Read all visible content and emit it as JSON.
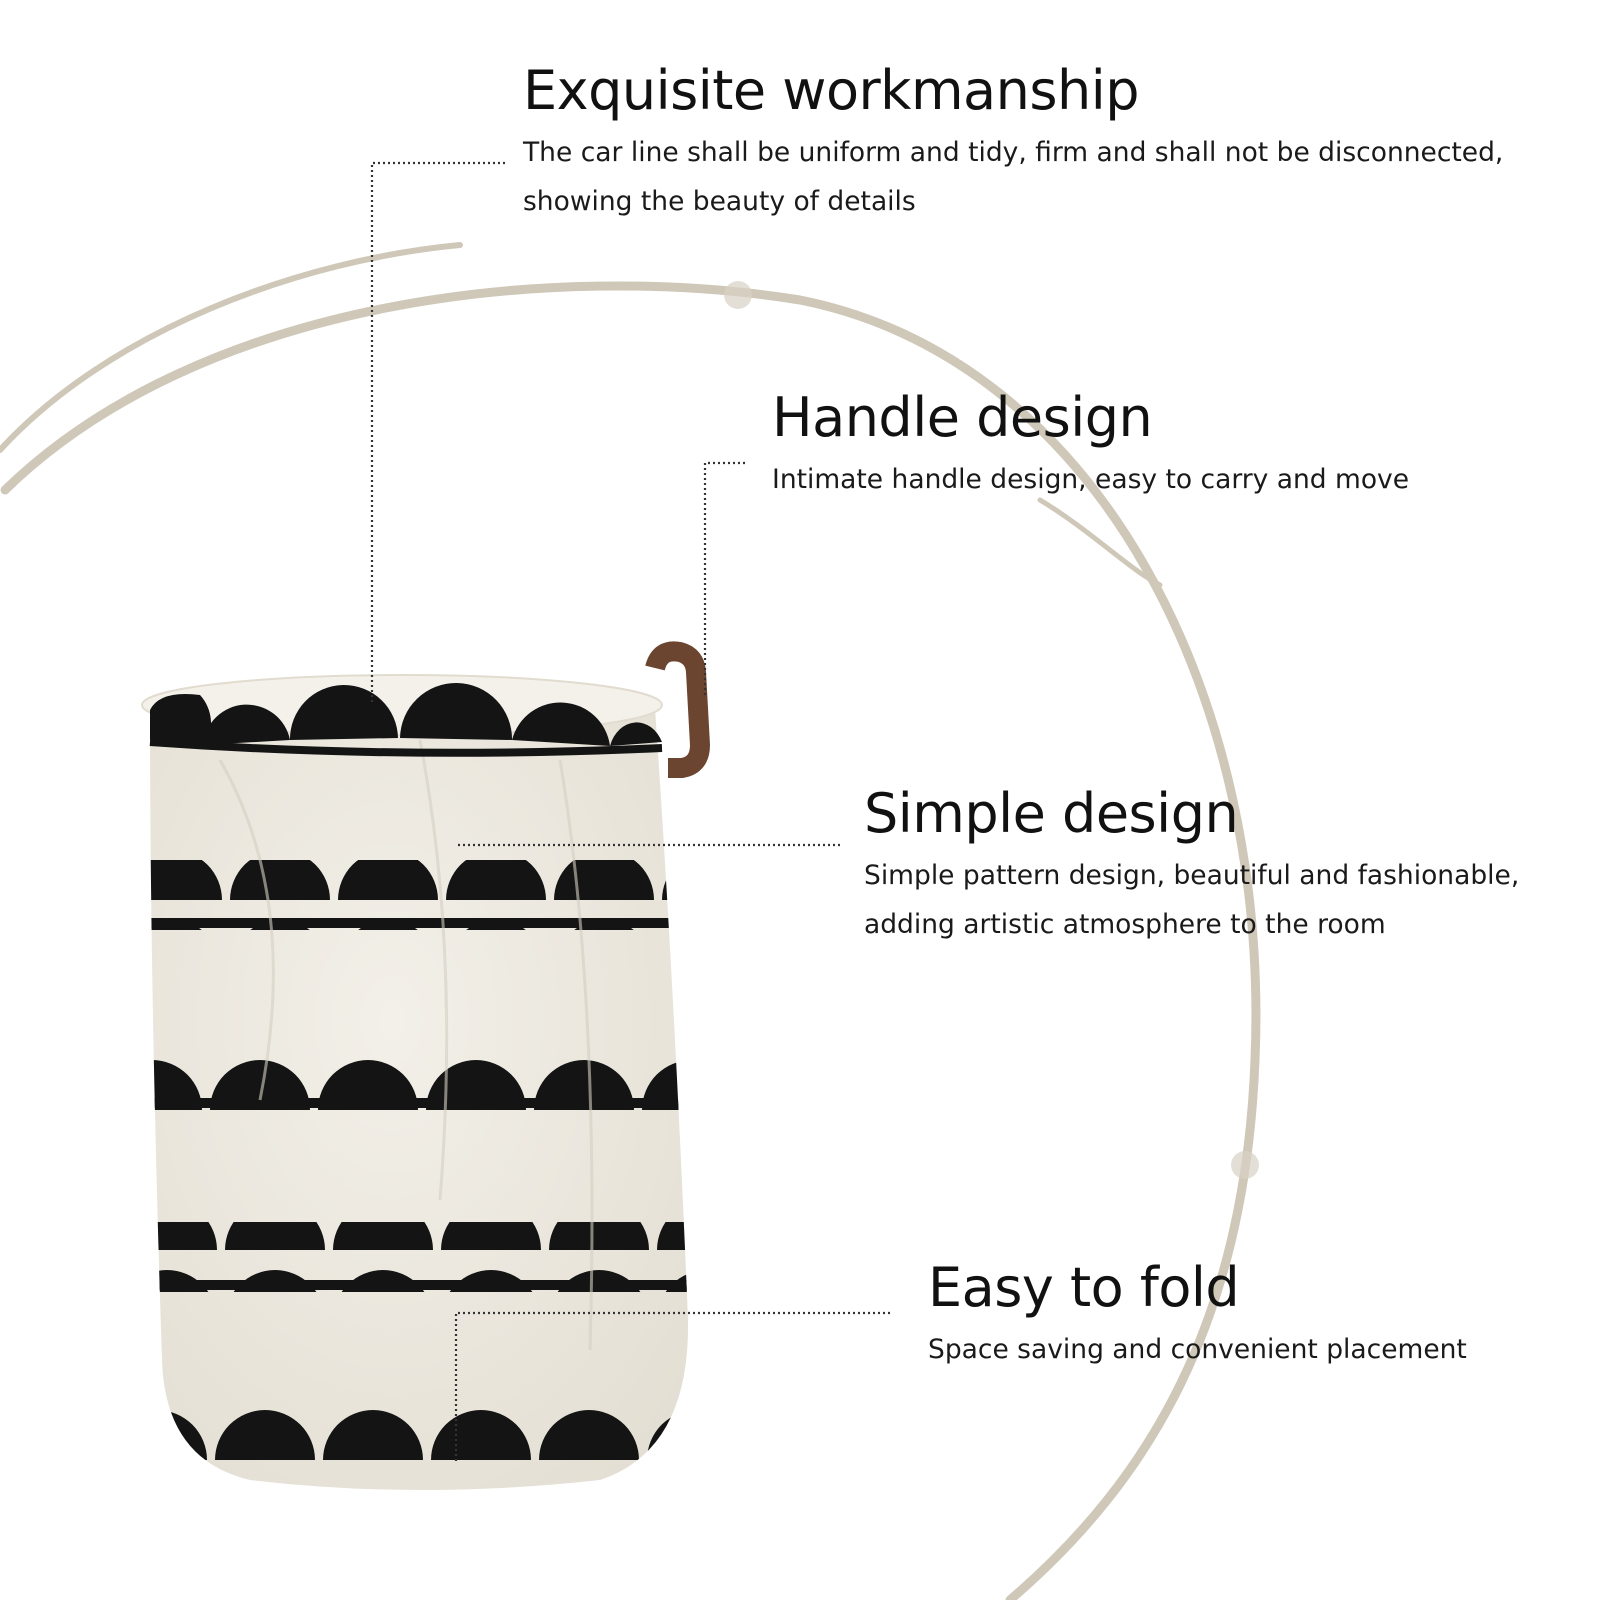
{
  "features": [
    {
      "title": "Exquisite workmanship",
      "description": "The car line shall be uniform and tidy, firm and shall not be disconnected, showing the beauty of details"
    },
    {
      "title": "Handle design",
      "description": "Intimate handle design, easy to carry and move"
    },
    {
      "title": "Simple design",
      "description": "Simple pattern design, beautiful and fashionable, adding artistic atmosphere to the room"
    },
    {
      "title": "Easy to fold",
      "description": "Space saving and convenient placement"
    }
  ],
  "colors": {
    "background": "#ffffff",
    "text": "#111111",
    "arc": "#cfc8b8",
    "basket_canvas": "#efebe2",
    "basket_pattern": "#141414",
    "handle": "#6b4530"
  }
}
